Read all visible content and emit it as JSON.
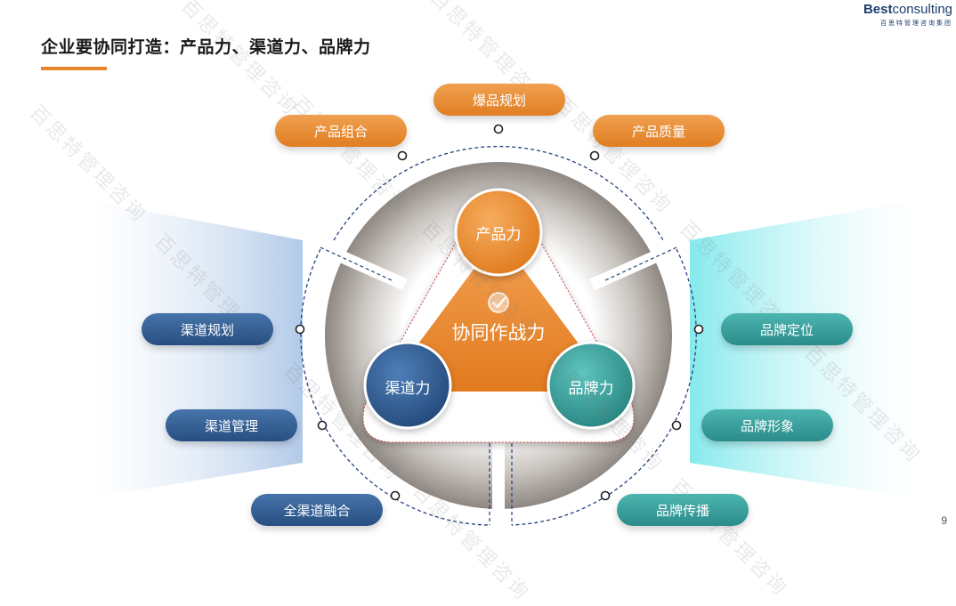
{
  "header": {
    "title": "企业要协同打造：产品力、渠道力、品牌力",
    "logo_bold": "Best",
    "logo_light": "consulting",
    "logo_sub": "百思特管理咨询集团"
  },
  "page_number": "9",
  "diagram": {
    "center_label": "协同作战力",
    "core": {
      "product": "产品力",
      "channel": "渠道力",
      "brand": "品牌力"
    },
    "product_items": [
      "爆品规划",
      "产品组合",
      "产品质量"
    ],
    "channel_items": [
      "渠道规划",
      "渠道管理",
      "全渠道融合"
    ],
    "brand_items": [
      "品牌定位",
      "品牌形象",
      "品牌传播"
    ],
    "colors": {
      "orange": "#e8862c",
      "blue": "#2f5a8e",
      "teal": "#34a3a0"
    }
  },
  "watermark": "百思特管理咨询"
}
